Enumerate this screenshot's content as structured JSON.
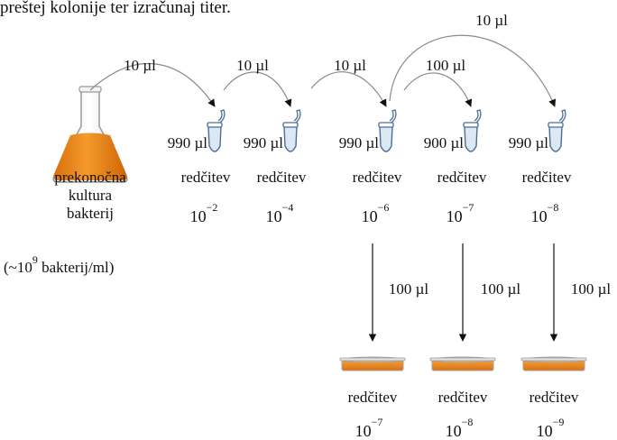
{
  "intro_text": "preštej kolonije ter izračunaj titer.",
  "culture": {
    "line1": "prekonočna",
    "line2": "kultura",
    "line3": "bakterij",
    "count_prefix": "(~10",
    "count_exp": "9",
    "count_suffix": " bakterij/ml)"
  },
  "transfers": {
    "t1": "10 µl",
    "t2": "10 µl",
    "t3": "10 µl",
    "t4": "100 µl",
    "t5": "10 µl"
  },
  "tubes": [
    {
      "volume": "990 µl",
      "label": "redčitev",
      "base": "10",
      "exp": "−2"
    },
    {
      "volume": "990 µl",
      "label": "redčitev",
      "base": "10",
      "exp": "−4"
    },
    {
      "volume": "990 µl",
      "label": "redčitev",
      "base": "10",
      "exp": "−6"
    },
    {
      "volume": "900 µl",
      "label": "redčitev",
      "base": "10",
      "exp": "−7"
    },
    {
      "volume": "990 µl",
      "label": "redčitev",
      "base": "10",
      "exp": "−8"
    }
  ],
  "plating_volume": "100 µl",
  "plates": [
    {
      "label": "redčitev",
      "base": "10",
      "exp": "−7"
    },
    {
      "label": "redčitev",
      "base": "10",
      "exp": "−8"
    },
    {
      "label": "redčitev",
      "base": "10",
      "exp": "−9"
    }
  ],
  "colors": {
    "culture": "#f08a1c",
    "plate": "#e8821a",
    "tube_outline": "#4a6f96",
    "tube_fill": "#dce9f5",
    "arrow": "#111111",
    "curve": "#8a8a8a"
  }
}
